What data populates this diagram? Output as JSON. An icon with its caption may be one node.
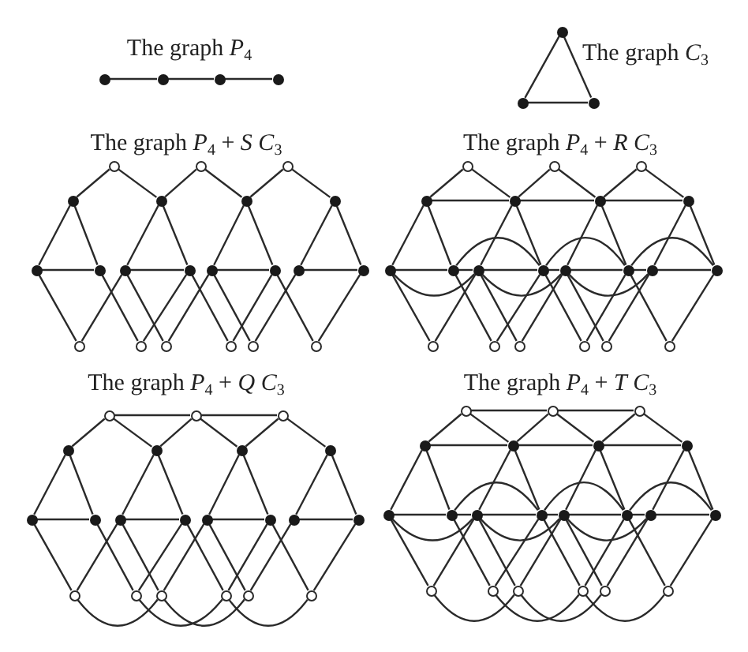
{
  "diagram": {
    "nodes": [
      {
        "text": [],
        "shape": "dot"
      },
      {
        "text": [],
        "shape": "dot"
      },
      {
        "text": [],
        "shape": "dot"
      },
      {
        "text": [],
        "shape": "dot"
      },
      {
        "text": [],
        "shape": "dot"
      },
      {
        "text": [],
        "shape": "dot"
      },
      {
        "text": [],
        "shape": "dot"
      },
      {
        "text": [],
        "shape": "circle"
      },
      {
        "text": [],
        "shape": "circle"
      },
      {
        "text": [],
        "shape": "circle"
      },
      {
        "text": [],
        "shape": "dot"
      },
      {
        "text": [],
        "shape": "dot"
      },
      {
        "text": [],
        "shape": "dot"
      },
      {
        "text": [],
        "shape": "dot"
      },
      {
        "text": [],
        "shape": "dot"
      },
      {
        "text": [],
        "shape": "dot"
      },
      {
        "text": [],
        "shape": "dot"
      },
      {
        "text": [],
        "shape": "dot"
      },
      {
        "text": [],
        "shape": "dot"
      },
      {
        "text": [],
        "shape": "dot"
      },
      {
        "text": [],
        "shape": "dot"
      },
      {
        "text": [],
        "shape": "dot"
      },
      {
        "text": [],
        "shape": "circle"
      },
      {
        "text": [],
        "shape": "circle"
      },
      {
        "text": [],
        "shape": "circle"
      },
      {
        "text": [],
        "shape": "circle"
      },
      {
        "text": [],
        "shape": "circle"
      },
      {
        "text": [],
        "shape": "circle"
      },
      {
        "text": [],
        "shape": "circle"
      },
      {
        "text": [],
        "shape": "circle"
      },
      {
        "text": [],
        "shape": "circle"
      },
      {
        "text": [],
        "shape": "dot"
      },
      {
        "text": [],
        "shape": "dot"
      },
      {
        "text": [],
        "shape": "dot"
      },
      {
        "text": [],
        "shape": "dot"
      },
      {
        "text": [],
        "shape": "dot"
      },
      {
        "text": [],
        "shape": "dot"
      },
      {
        "text": [],
        "shape": "dot"
      },
      {
        "text": [],
        "shape": "dot"
      },
      {
        "text": [],
        "shape": "dot"
      },
      {
        "text": [],
        "shape": "dot"
      },
      {
        "text": [],
        "shape": "dot"
      },
      {
        "text": [],
        "shape": "dot"
      },
      {
        "text": [],
        "shape": "circle"
      },
      {
        "text": [],
        "shape": "circle"
      },
      {
        "text": [],
        "shape": "circle"
      },
      {
        "text": [],
        "shape": "circle"
      },
      {
        "text": [],
        "shape": "circle"
      },
      {
        "text": [],
        "shape": "circle"
      },
      {
        "text": [],
        "shape": "circle"
      },
      {
        "text": [],
        "shape": "circle"
      },
      {
        "text": [],
        "shape": "circle"
      },
      {
        "text": [],
        "shape": "dot"
      },
      {
        "text": [],
        "shape": "dot"
      },
      {
        "text": [],
        "shape": "dot"
      },
      {
        "text": [],
        "shape": "dot"
      },
      {
        "text": [],
        "shape": "dot"
      },
      {
        "text": [],
        "shape": "dot"
      },
      {
        "text": [],
        "shape": "dot"
      },
      {
        "text": [],
        "shape": "dot"
      },
      {
        "text": [],
        "shape": "dot"
      },
      {
        "text": [],
        "shape": "dot"
      },
      {
        "text": [],
        "shape": "dot"
      },
      {
        "text": [],
        "shape": "dot"
      },
      {
        "text": [],
        "shape": "circle"
      },
      {
        "text": [],
        "shape": "circle"
      },
      {
        "text": [],
        "shape": "circle"
      },
      {
        "text": [],
        "shape": "circle"
      },
      {
        "text": [],
        "shape": "circle"
      },
      {
        "text": [],
        "shape": "circle"
      },
      {
        "text": [],
        "shape": "circle"
      },
      {
        "text": [],
        "shape": "circle"
      },
      {
        "text": [],
        "shape": "circle"
      },
      {
        "text": [],
        "shape": "dot"
      },
      {
        "text": [],
        "shape": "dot"
      },
      {
        "text": [],
        "shape": "dot"
      },
      {
        "text": [],
        "shape": "dot"
      },
      {
        "text": [],
        "shape": "dot"
      },
      {
        "text": [],
        "shape": "dot"
      },
      {
        "text": [],
        "shape": "dot"
      },
      {
        "text": [],
        "shape": "dot"
      },
      {
        "text": [],
        "shape": "dot"
      },
      {
        "text": [],
        "shape": "dot"
      },
      {
        "text": [],
        "shape": "dot"
      },
      {
        "text": [],
        "shape": "dot"
      },
      {
        "text": [],
        "shape": "circle"
      },
      {
        "text": [],
        "shape": "circle"
      },
      {
        "text": [],
        "shape": "circle"
      },
      {
        "text": [],
        "shape": "circle"
      },
      {
        "text": [],
        "shape": "circle"
      },
      {
        "text": [],
        "shape": "circle"
      }
    ],
    "edges": [
      {
        "from": 0,
        "to": 1,
        "arrow": "none"
      },
      {
        "from": 1,
        "to": 2,
        "arrow": "none"
      },
      {
        "from": 2,
        "to": 3,
        "arrow": "none"
      },
      {
        "from": 4,
        "to": 5,
        "arrow": "none"
      },
      {
        "from": 5,
        "to": 6,
        "arrow": "none"
      },
      {
        "from": 6,
        "to": 4,
        "arrow": "none"
      },
      {
        "from": 10,
        "to": 14,
        "arrow": "none"
      },
      {
        "from": 10,
        "to": 15,
        "arrow": "none"
      },
      {
        "from": 14,
        "to": 15,
        "arrow": "none"
      },
      {
        "from": 11,
        "to": 16,
        "arrow": "none"
      },
      {
        "from": 11,
        "to": 17,
        "arrow": "none"
      },
      {
        "from": 16,
        "to": 17,
        "arrow": "none"
      },
      {
        "from": 12,
        "to": 18,
        "arrow": "none"
      },
      {
        "from": 12,
        "to": 19,
        "arrow": "none"
      },
      {
        "from": 18,
        "to": 19,
        "arrow": "none"
      },
      {
        "from": 13,
        "to": 20,
        "arrow": "none"
      },
      {
        "from": 13,
        "to": 21,
        "arrow": "none"
      },
      {
        "from": 20,
        "to": 21,
        "arrow": "none"
      },
      {
        "from": 7,
        "to": 10,
        "arrow": "none"
      },
      {
        "from": 7,
        "to": 11,
        "arrow": "none"
      },
      {
        "from": 22,
        "to": 14,
        "arrow": "none"
      },
      {
        "from": 22,
        "to": 16,
        "arrow": "none"
      },
      {
        "from": 23,
        "to": 15,
        "arrow": "none"
      },
      {
        "from": 23,
        "to": 17,
        "arrow": "none"
      },
      {
        "from": 8,
        "to": 11,
        "arrow": "none"
      },
      {
        "from": 8,
        "to": 12,
        "arrow": "none"
      },
      {
        "from": 24,
        "to": 16,
        "arrow": "none"
      },
      {
        "from": 24,
        "to": 18,
        "arrow": "none"
      },
      {
        "from": 25,
        "to": 17,
        "arrow": "none"
      },
      {
        "from": 25,
        "to": 19,
        "arrow": "none"
      },
      {
        "from": 9,
        "to": 12,
        "arrow": "none"
      },
      {
        "from": 9,
        "to": 13,
        "arrow": "none"
      },
      {
        "from": 26,
        "to": 18,
        "arrow": "none"
      },
      {
        "from": 26,
        "to": 20,
        "arrow": "none"
      },
      {
        "from": 27,
        "to": 19,
        "arrow": "none"
      },
      {
        "from": 27,
        "to": 21,
        "arrow": "none"
      },
      {
        "from": 31,
        "to": 35,
        "arrow": "none"
      },
      {
        "from": 31,
        "to": 36,
        "arrow": "none"
      },
      {
        "from": 35,
        "to": 36,
        "arrow": "none"
      },
      {
        "from": 32,
        "to": 37,
        "arrow": "none"
      },
      {
        "from": 32,
        "to": 38,
        "arrow": "none"
      },
      {
        "from": 37,
        "to": 38,
        "arrow": "none"
      },
      {
        "from": 33,
        "to": 39,
        "arrow": "none"
      },
      {
        "from": 33,
        "to": 40,
        "arrow": "none"
      },
      {
        "from": 39,
        "to": 40,
        "arrow": "none"
      },
      {
        "from": 34,
        "to": 41,
        "arrow": "none"
      },
      {
        "from": 34,
        "to": 42,
        "arrow": "none"
      },
      {
        "from": 41,
        "to": 42,
        "arrow": "none"
      },
      {
        "from": 28,
        "to": 31,
        "arrow": "none"
      },
      {
        "from": 28,
        "to": 32,
        "arrow": "none"
      },
      {
        "from": 43,
        "to": 35,
        "arrow": "none"
      },
      {
        "from": 43,
        "to": 37,
        "arrow": "none"
      },
      {
        "from": 44,
        "to": 36,
        "arrow": "none"
      },
      {
        "from": 44,
        "to": 38,
        "arrow": "none"
      },
      {
        "from": 29,
        "to": 32,
        "arrow": "none"
      },
      {
        "from": 29,
        "to": 33,
        "arrow": "none"
      },
      {
        "from": 45,
        "to": 37,
        "arrow": "none"
      },
      {
        "from": 45,
        "to": 39,
        "arrow": "none"
      },
      {
        "from": 46,
        "to": 38,
        "arrow": "none"
      },
      {
        "from": 46,
        "to": 40,
        "arrow": "none"
      },
      {
        "from": 30,
        "to": 33,
        "arrow": "none"
      },
      {
        "from": 30,
        "to": 34,
        "arrow": "none"
      },
      {
        "from": 47,
        "to": 39,
        "arrow": "none"
      },
      {
        "from": 47,
        "to": 41,
        "arrow": "none"
      },
      {
        "from": 48,
        "to": 40,
        "arrow": "none"
      },
      {
        "from": 48,
        "to": 42,
        "arrow": "none"
      },
      {
        "from": 31,
        "to": 32,
        "arrow": "none"
      },
      {
        "from": 32,
        "to": 33,
        "arrow": "none"
      },
      {
        "from": 33,
        "to": 34,
        "arrow": "none"
      },
      {
        "from": 35,
        "to": 37,
        "arrow": "none"
      },
      {
        "from": 37,
        "to": 39,
        "arrow": "none"
      },
      {
        "from": 39,
        "to": 41,
        "arrow": "none"
      },
      {
        "from": 36,
        "to": 38,
        "arrow": "none"
      },
      {
        "from": 38,
        "to": 40,
        "arrow": "none"
      },
      {
        "from": 40,
        "to": 42,
        "arrow": "none"
      },
      {
        "from": 36,
        "to": 37,
        "arrow": "none"
      },
      {
        "from": 38,
        "to": 39,
        "arrow": "none"
      },
      {
        "from": 40,
        "to": 41,
        "arrow": "none"
      },
      {
        "from": 52,
        "to": 56,
        "arrow": "none"
      },
      {
        "from": 52,
        "to": 57,
        "arrow": "none"
      },
      {
        "from": 56,
        "to": 57,
        "arrow": "none"
      },
      {
        "from": 53,
        "to": 58,
        "arrow": "none"
      },
      {
        "from": 53,
        "to": 59,
        "arrow": "none"
      },
      {
        "from": 58,
        "to": 59,
        "arrow": "none"
      },
      {
        "from": 54,
        "to": 60,
        "arrow": "none"
      },
      {
        "from": 54,
        "to": 61,
        "arrow": "none"
      },
      {
        "from": 60,
        "to": 61,
        "arrow": "none"
      },
      {
        "from": 55,
        "to": 62,
        "arrow": "none"
      },
      {
        "from": 55,
        "to": 63,
        "arrow": "none"
      },
      {
        "from": 62,
        "to": 63,
        "arrow": "none"
      },
      {
        "from": 49,
        "to": 52,
        "arrow": "none"
      },
      {
        "from": 49,
        "to": 53,
        "arrow": "none"
      },
      {
        "from": 64,
        "to": 56,
        "arrow": "none"
      },
      {
        "from": 64,
        "to": 58,
        "arrow": "none"
      },
      {
        "from": 65,
        "to": 57,
        "arrow": "none"
      },
      {
        "from": 65,
        "to": 59,
        "arrow": "none"
      },
      {
        "from": 50,
        "to": 53,
        "arrow": "none"
      },
      {
        "from": 50,
        "to": 54,
        "arrow": "none"
      },
      {
        "from": 66,
        "to": 58,
        "arrow": "none"
      },
      {
        "from": 66,
        "to": 60,
        "arrow": "none"
      },
      {
        "from": 67,
        "to": 59,
        "arrow": "none"
      },
      {
        "from": 67,
        "to": 61,
        "arrow": "none"
      },
      {
        "from": 51,
        "to": 54,
        "arrow": "none"
      },
      {
        "from": 51,
        "to": 55,
        "arrow": "none"
      },
      {
        "from": 68,
        "to": 60,
        "arrow": "none"
      },
      {
        "from": 68,
        "to": 62,
        "arrow": "none"
      },
      {
        "from": 69,
        "to": 61,
        "arrow": "none"
      },
      {
        "from": 69,
        "to": 63,
        "arrow": "none"
      },
      {
        "from": 49,
        "to": 50,
        "arrow": "none"
      },
      {
        "from": 50,
        "to": 51,
        "arrow": "none"
      },
      {
        "from": 64,
        "to": 66,
        "arrow": "none"
      },
      {
        "from": 66,
        "to": 68,
        "arrow": "none"
      },
      {
        "from": 65,
        "to": 67,
        "arrow": "none"
      },
      {
        "from": 67,
        "to": 69,
        "arrow": "none"
      },
      {
        "from": 73,
        "to": 77,
        "arrow": "none"
      },
      {
        "from": 73,
        "to": 78,
        "arrow": "none"
      },
      {
        "from": 77,
        "to": 78,
        "arrow": "none"
      },
      {
        "from": 74,
        "to": 79,
        "arrow": "none"
      },
      {
        "from": 74,
        "to": 80,
        "arrow": "none"
      },
      {
        "from": 79,
        "to": 80,
        "arrow": "none"
      },
      {
        "from": 75,
        "to": 81,
        "arrow": "none"
      },
      {
        "from": 75,
        "to": 82,
        "arrow": "none"
      },
      {
        "from": 81,
        "to": 82,
        "arrow": "none"
      },
      {
        "from": 76,
        "to": 83,
        "arrow": "none"
      },
      {
        "from": 76,
        "to": 84,
        "arrow": "none"
      },
      {
        "from": 83,
        "to": 84,
        "arrow": "none"
      },
      {
        "from": 70,
        "to": 73,
        "arrow": "none"
      },
      {
        "from": 70,
        "to": 74,
        "arrow": "none"
      },
      {
        "from": 85,
        "to": 77,
        "arrow": "none"
      },
      {
        "from": 85,
        "to": 79,
        "arrow": "none"
      },
      {
        "from": 86,
        "to": 78,
        "arrow": "none"
      },
      {
        "from": 86,
        "to": 80,
        "arrow": "none"
      },
      {
        "from": 71,
        "to": 74,
        "arrow": "none"
      },
      {
        "from": 71,
        "to": 75,
        "arrow": "none"
      },
      {
        "from": 87,
        "to": 79,
        "arrow": "none"
      },
      {
        "from": 87,
        "to": 81,
        "arrow": "none"
      },
      {
        "from": 88,
        "to": 80,
        "arrow": "none"
      },
      {
        "from": 88,
        "to": 82,
        "arrow": "none"
      },
      {
        "from": 72,
        "to": 75,
        "arrow": "none"
      },
      {
        "from": 72,
        "to": 76,
        "arrow": "none"
      },
      {
        "from": 89,
        "to": 81,
        "arrow": "none"
      },
      {
        "from": 89,
        "to": 83,
        "arrow": "none"
      },
      {
        "from": 90,
        "to": 82,
        "arrow": "none"
      },
      {
        "from": 90,
        "to": 84,
        "arrow": "none"
      },
      {
        "from": 73,
        "to": 74,
        "arrow": "none"
      },
      {
        "from": 74,
        "to": 75,
        "arrow": "none"
      },
      {
        "from": 75,
        "to": 76,
        "arrow": "none"
      },
      {
        "from": 77,
        "to": 79,
        "arrow": "none"
      },
      {
        "from": 79,
        "to": 81,
        "arrow": "none"
      },
      {
        "from": 81,
        "to": 83,
        "arrow": "none"
      },
      {
        "from": 78,
        "to": 80,
        "arrow": "none"
      },
      {
        "from": 80,
        "to": 82,
        "arrow": "none"
      },
      {
        "from": 82,
        "to": 84,
        "arrow": "none"
      },
      {
        "from": 78,
        "to": 79,
        "arrow": "none"
      },
      {
        "from": 80,
        "to": 81,
        "arrow": "none"
      },
      {
        "from": 82,
        "to": 83,
        "arrow": "none"
      },
      {
        "from": 70,
        "to": 71,
        "arrow": "none"
      },
      {
        "from": 71,
        "to": 72,
        "arrow": "none"
      },
      {
        "from": 85,
        "to": 87,
        "arrow": "none"
      },
      {
        "from": 87,
        "to": 89,
        "arrow": "none"
      },
      {
        "from": 86,
        "to": 88,
        "arrow": "none"
      },
      {
        "from": 88,
        "to": 90,
        "arrow": "none"
      }
    ],
    "labels": [
      "The graph *P*$_{4}$",
      "The graph *C*$_{3}$",
      "The graph *P*$_{4}$ + *S* *C*$_{3}$",
      "The graph *P*$_{4}$ + *R* *C*$_{3}$",
      "The graph *P*$_{4}$ + *Q* *C*$_{3}$",
      "The graph *P*$_{4}$ + *T* *C*$_{3}$"
    ]
  }
}
